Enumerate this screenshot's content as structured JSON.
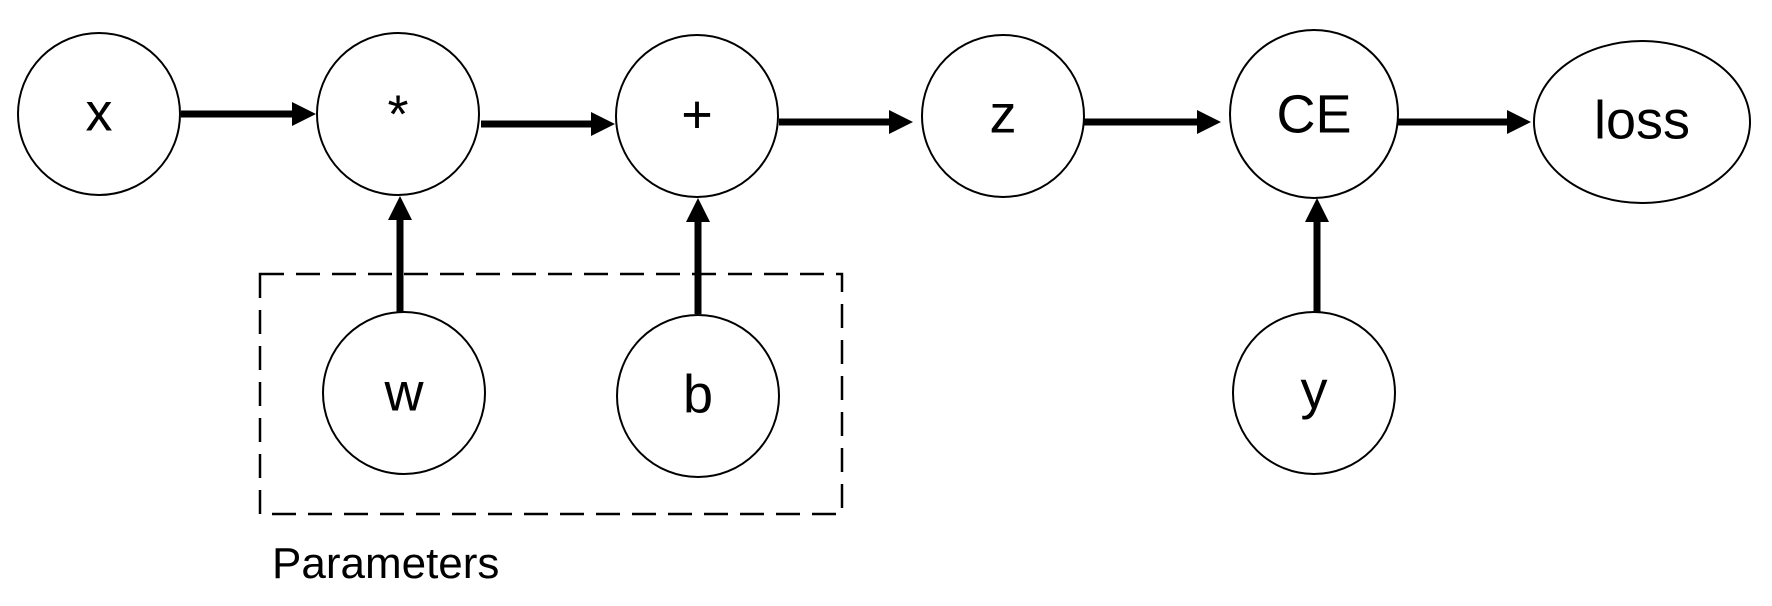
{
  "nodes": {
    "x": "x",
    "mul": "*",
    "add": "+",
    "z": "z",
    "ce": "CE",
    "loss": "loss",
    "w": "w",
    "b": "b",
    "y": "y"
  },
  "group": {
    "label": "Parameters"
  },
  "colors": {
    "stroke": "#000000",
    "background": "#ffffff"
  }
}
